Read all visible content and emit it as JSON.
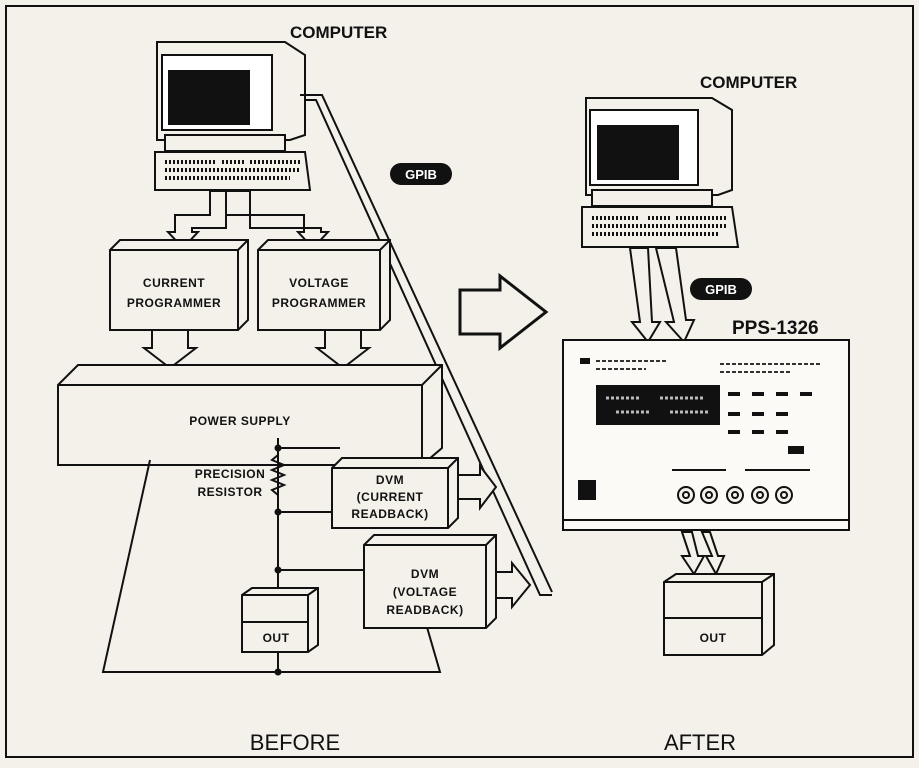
{
  "before": {
    "computer_label": "COMPUTER",
    "gpib_label": "GPIB",
    "current_programmer": [
      "CURRENT",
      "PROGRAMMER"
    ],
    "voltage_programmer": [
      "VOLTAGE",
      "PROGRAMMER"
    ],
    "power_supply": "POWER SUPPLY",
    "precision_resistor": [
      "PRECISION",
      "RESISTOR"
    ],
    "dvm_current": [
      "DVM",
      "(CURRENT",
      "READBACK)"
    ],
    "dvm_voltage": [
      "DVM",
      "(VOLTAGE",
      "READBACK)"
    ],
    "out": "OUT",
    "caption": "BEFORE"
  },
  "after": {
    "computer_label": "COMPUTER",
    "gpib_label": "GPIB",
    "model": "PPS-1326",
    "out": "OUT",
    "caption": "AFTER"
  }
}
